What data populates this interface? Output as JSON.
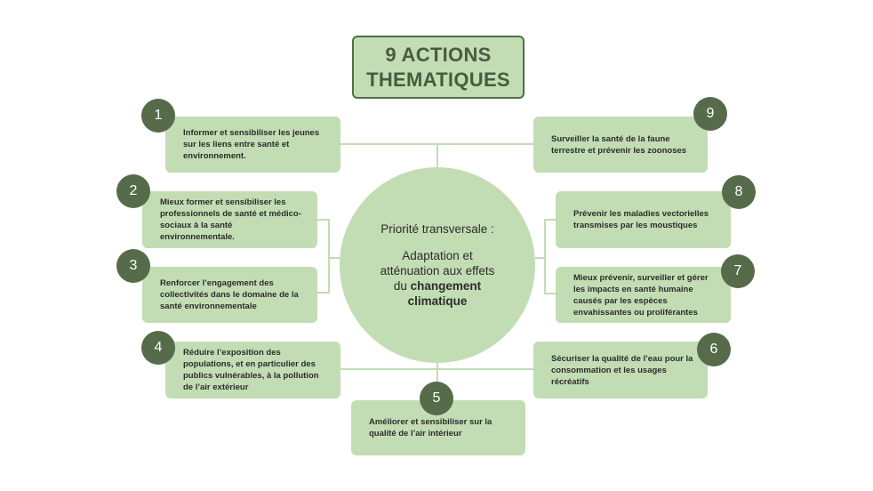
{
  "title": {
    "line1": "9 ACTIONS",
    "line2": "THEMATIQUES"
  },
  "center": {
    "lead": "Priorité transversale :",
    "line1": "Adaptation et",
    "line2": "atténuation  aux effets",
    "line3_prefix": "du ",
    "line3_bold": "changement",
    "line4_bold": "climatique"
  },
  "actions": [
    {
      "number": "1",
      "text": "Informer et sensibiliser les jeunes sur les liens entre santé et environnement."
    },
    {
      "number": "2",
      "text": "Mieux former et sensibiliser les professionnels de santé et médico-sociaux à la santé environnementale."
    },
    {
      "number": "3",
      "text": "Renforcer l’engagement des collectivités dans le domaine de la santé environnementale"
    },
    {
      "number": "4",
      "text": "Réduire l’exposition des populations, et en particulier des publics vulnérables, à la pollution de l’air extérieur"
    },
    {
      "number": "5",
      "text": "Améliorer et sensibiliser sur la qualité de l’air intérieur"
    },
    {
      "number": "6",
      "text": "Sécuriser la qualité de l’eau pour la consommation et les usages récréatifs"
    },
    {
      "number": "7",
      "text": "Mieux prévenir, surveiller et gérer les impacts en santé humaine causés par les espèces envahissantes ou proliférantes"
    },
    {
      "number": "8",
      "text": "Prévenir les maladies vectorielles transmises par les moustiques"
    },
    {
      "number": "9",
      "text": "Surveiller la santé de la faune terrestre et prévenir les zoonoses"
    }
  ],
  "colors": {
    "box_fill": "#c2ddb3",
    "badge_fill": "#556b4a",
    "title_border": "#556b4a",
    "connector": "#c2ddb3"
  }
}
